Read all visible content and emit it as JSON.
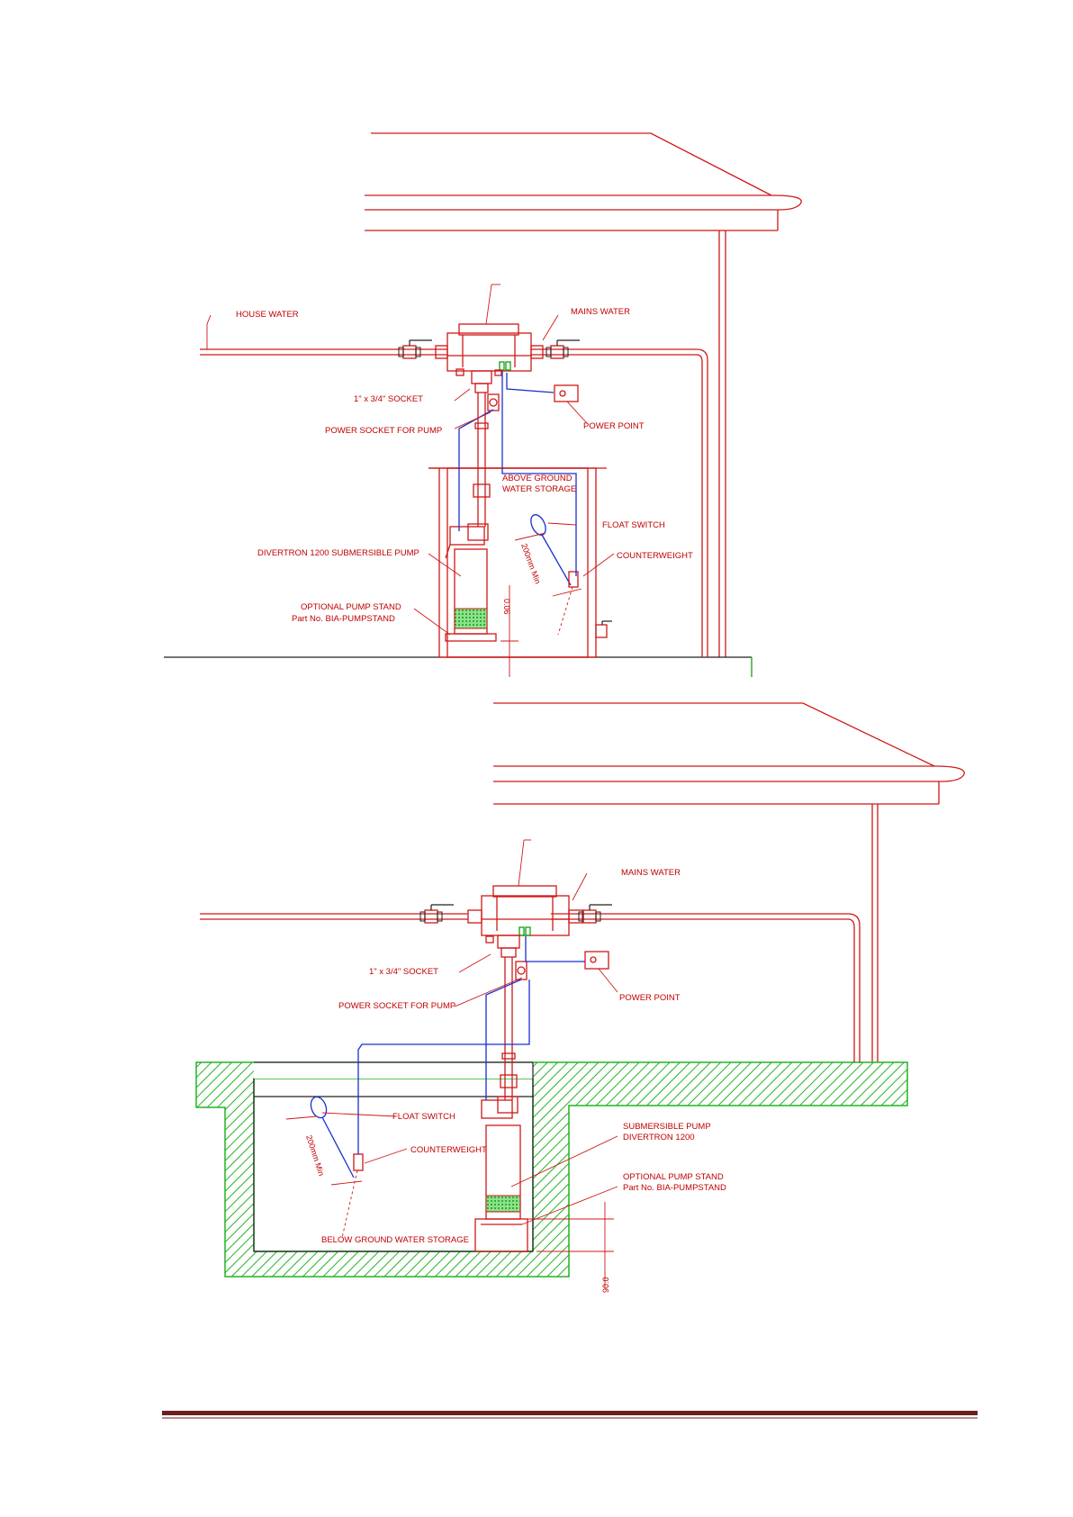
{
  "colors": {
    "pipe": "#d01818",
    "wire": "#1a2fd0",
    "earth_hatch": "#22b422",
    "footer_rule": "#6b1f1f"
  },
  "above_ground": {
    "house_water": "HOUSE WATER",
    "mains_water": "MAINS WATER",
    "socket": "1\" x 3/4\" SOCKET",
    "power_socket": "POWER SOCKET FOR PUMP",
    "power_point": "POWER POINT",
    "storage_line1": "ABOVE GROUND",
    "storage_line2": "WATER STORAGE",
    "float_switch": "FLOAT SWITCH",
    "counterweight": "COUNTERWEIGHT",
    "pump": "DIVERTRON 1200 SUBMERSIBLE PUMP",
    "stand_line1": "OPTIONAL PUMP STAND",
    "stand_line2": "Part No. BIA-PUMPSTAND",
    "float_dim": "200mm Min",
    "height_dim": "0.06"
  },
  "below_ground": {
    "mains_water": "MAINS WATER",
    "socket": "1\" x 3/4\" SOCKET",
    "power_socket": "POWER SOCKET FOR PUMP",
    "power_point": "POWER POINT",
    "float_switch": "FLOAT SWITCH",
    "counterweight": "COUNTERWEIGHT",
    "pump_line1": "SUBMERSIBLE PUMP",
    "pump_line2": "DIVERTRON 1200",
    "stand_line1": "OPTIONAL PUMP STAND",
    "stand_line2": "Part No. BIA-PUMPSTAND",
    "storage": "BELOW GROUND WATER STORAGE",
    "float_dim": "200mm Min",
    "height_dim": "90.0"
  }
}
